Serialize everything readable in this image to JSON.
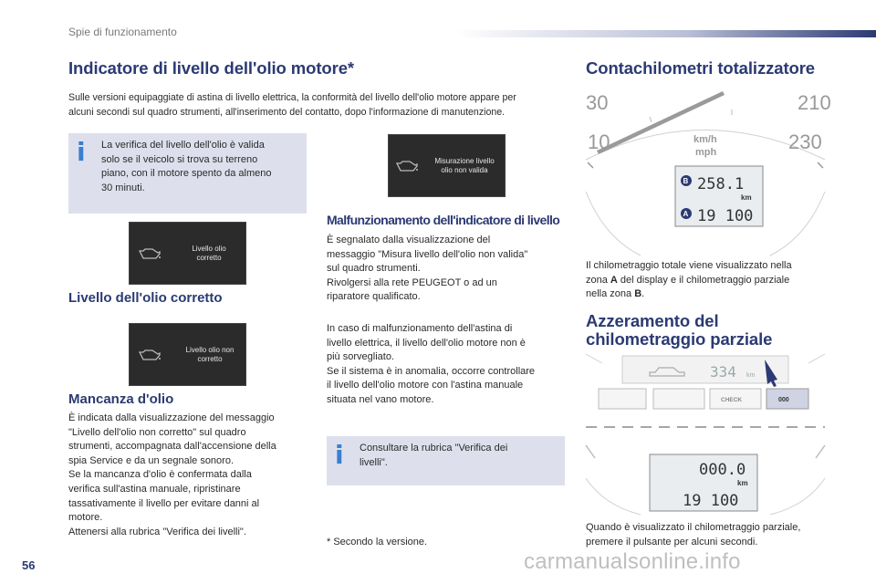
{
  "header": {
    "section": "Spie di funzionamento"
  },
  "left": {
    "title": "Indicatore di livello dell'olio motore*",
    "intro": [
      "Sulle versioni equipaggiate di astina di livello elettrica, la conformità del livello dell'olio motore appare per",
      "alcuni secondi sul quadro strumenti, all'inserimento del contatto, dopo l'informazione di manutenzione."
    ],
    "info_box": [
      "La verifica del livello dell'olio è valida",
      "solo se il veicolo si trova su terreno",
      "piano, con il motore spento da almeno",
      "30 minuti."
    ],
    "screen_ok": [
      "Livello olio",
      "corretto"
    ],
    "ok_title": "Livello dell'olio corretto",
    "screen_low": [
      "Livello olio non",
      "corretto"
    ],
    "low_title": "Mancanza d'olio",
    "low_text": [
      "È indicata dalla visualizzazione del messaggio",
      "\"Livello dell'olio non corretto\" sul quadro",
      "strumenti, accompagnata dall'accensione della",
      "spia Service e da un segnale sonoro.",
      "Se la mancanza d'olio è confermata dalla",
      "verifica sull'astina manuale, ripristinare",
      "tassativamente il livello per evitare danni al",
      "motore.",
      "Attenersi alla rubrica \"Verifica dei livelli\"."
    ]
  },
  "middle": {
    "screen_fault": [
      "Misurazione livello",
      "olio non valida"
    ],
    "fault_title": "Malfunzionamento dell'indicatore di livello",
    "fault_text1": [
      "È segnalato dalla visualizzazione del",
      "messaggio \"Misura livello dell'olio non valida\"",
      "sul quadro strumenti.",
      "Rivolgersi alla rete PEUGEOT o ad un",
      "riparatore qualificato."
    ],
    "fault_text2": [
      "In caso di malfunzionamento dell'astina di",
      "livello elettrica, il livello dell'olio motore non è",
      "più sorvegliato.",
      "Se il sistema è in anomalia, occorre controllare",
      "il livello dell'olio motore con l'astina manuale",
      "situata nel vano motore."
    ],
    "info_box2": [
      "Consultare la rubrica \"Verifica dei",
      "livelli\"."
    ],
    "footnote": "* Secondo la versione."
  },
  "right": {
    "title": "Contachilometri totalizzatore",
    "gauge1": {
      "tick_30": "30",
      "tick_10": "10",
      "tick_210": "210",
      "tick_230": "230",
      "unit1": "km/h",
      "unit2": "mph",
      "label_b": "B",
      "value_b": "258.1",
      "unit_b": "km",
      "label_a": "A",
      "value_a": "19 100"
    },
    "text1_a": "Il chilometraggio totale viene visualizzato nella",
    "text1_b_pre": "zona ",
    "text1_b_bold": "A",
    "text1_b_post": " del display e il chilometraggio parziale",
    "text1_c_pre": "nella zona ",
    "text1_c_bold": "B",
    "text1_c_post": ".",
    "title2": [
      "Azzeramento del",
      "chilometraggio parziale"
    ],
    "panel": {
      "top_value": "334",
      "top_unit": "km",
      "btn_check": "CHECK",
      "btn_reset": "000"
    },
    "gauge2": {
      "value_trip": "000.0",
      "unit": "km",
      "value_total": "19 100"
    },
    "text2": [
      "Quando è visualizzato il chilometraggio parziale,",
      "premere il pulsante per alcuni secondi."
    ]
  },
  "footer": {
    "page": "56",
    "watermark": "carmanualsonline.info"
  }
}
